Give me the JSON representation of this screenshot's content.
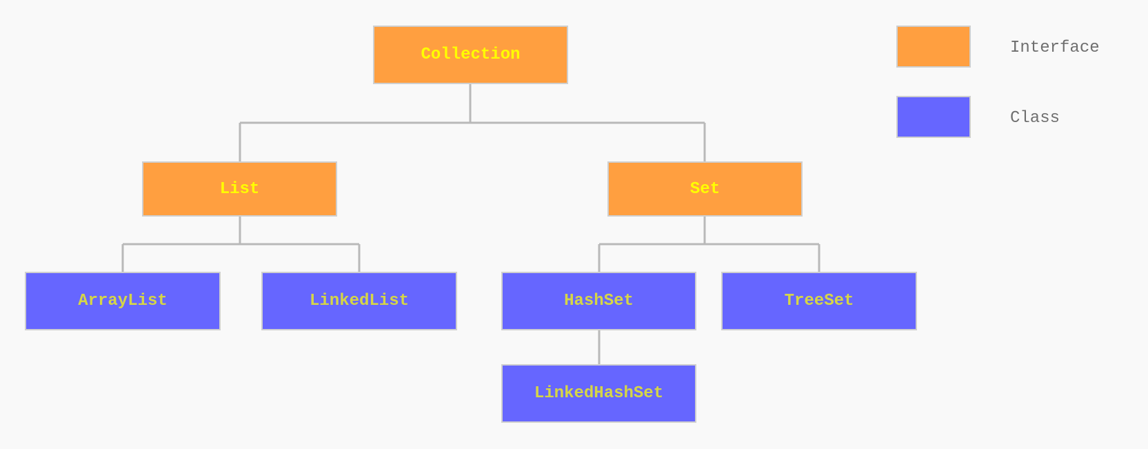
{
  "colors": {
    "interface": "#ff9f40",
    "class": "#6666ff",
    "interface_text": "#ffff00",
    "class_text": "#d6d646",
    "connector": "#b9b9b9",
    "node_border": "#cfcfcf",
    "background": "#f9f9f9"
  },
  "nodes": {
    "collection": "Collection",
    "list": "List",
    "set": "Set",
    "arraylist": "ArrayList",
    "linkedlist": "LinkedList",
    "hashset": "HashSet",
    "treeset": "TreeSet",
    "linkedhashset": "LinkedHashSet"
  },
  "legend": {
    "interface_label": "Interface",
    "class_label": "Class"
  }
}
